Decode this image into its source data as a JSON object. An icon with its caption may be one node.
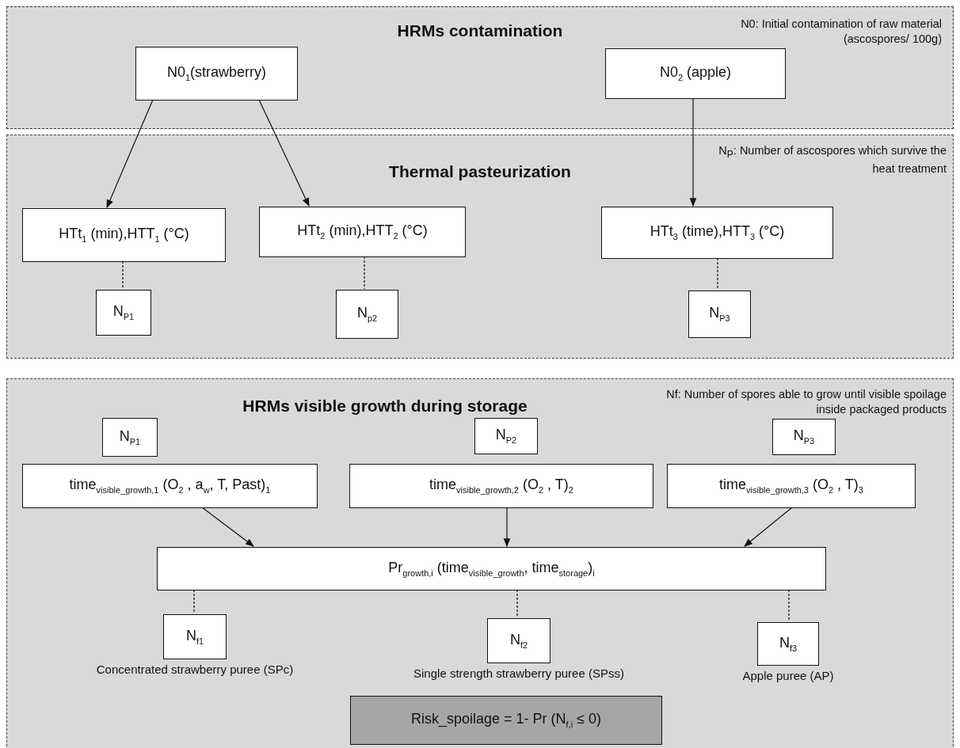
{
  "diagram": {
    "nodes": [
      {
        "text": [
          "HRMs contamination",
          "N0: Initial contamination of raw material (ascospores/ 100g)"
        ]
      },
      {
        "text": [
          "N0$_{1}$(strawberry)"
        ],
        "in": 0
      },
      {
        "text": [
          "N0$_{2}$ (apple)"
        ],
        "in": 0
      },
      {
        "text": [
          "Thermal pasteurization",
          "N$_{P}$: Number of ascospores which survive the heat treatment"
        ]
      },
      {
        "text": [
          "HTt$_{1}$ (min),HTT$_{1}$ (°C)"
        ],
        "in": 3
      },
      {
        "text": [
          "HTt$_{2}$ (min),HTT$_{2}$ (°C)"
        ],
        "in": 3
      },
      {
        "text": [
          "HTt$_{3}$ (time),HTT$_{3}$ (°C)"
        ],
        "in": 3
      },
      {
        "text": [
          "N$_{P1}$"
        ],
        "in": 3
      },
      {
        "text": [
          "N$_{p2}$"
        ],
        "in": 3
      },
      {
        "text": [
          "N$_{P3}$"
        ],
        "in": 3
      },
      {
        "text": [
          "HRMs visible growth during storage",
          "Nf: Number of spores able to grow until visible spoilage inside packaged products"
        ]
      },
      {
        "text": [
          "N$_{P1}$"
        ],
        "in": 10
      },
      {
        "text": [
          "N$_{P2}$"
        ],
        "in": 10
      },
      {
        "text": [
          "N$_{P3}$"
        ],
        "in": 10
      },
      {
        "text": [
          "time$_{visible_growth,1}$ (O$_{2}$ , a$_{w}$, T, Past)$_{1}$"
        ],
        "in": 10
      },
      {
        "text": [
          "time$_{visible_growth,2}$ (O$_{2}$ , T)$_{2}$"
        ],
        "in": 10
      },
      {
        "text": [
          "time$_{visible_growth,3}$ (O$_{2}$ , T)$_{3}$"
        ],
        "in": 10
      },
      {
        "text": [
          "Pr$_{growth,i}$ (time$_{visible_growth}$, time$_{storage}$)$_{i}$"
        ],
        "in": 10
      },
      {
        "text": [
          "N$_{f1}$"
        ],
        "beside": [
          "Concentrated strawberry puree (SPc)"
        ],
        "in": 10
      },
      {
        "text": [
          "N$_{f2}$"
        ],
        "beside": [
          "Single strength strawberry puree (SPss)"
        ],
        "in": 10
      },
      {
        "text": [
          "N$_{f3}$"
        ],
        "beside": [
          "Apple puree (AP)"
        ],
        "in": 10
      },
      {
        "text": [
          "Risk_spoilage = 1- Pr (N$_{f,i}$ ≤ 0)"
        ],
        "in": 10
      }
    ],
    "edges": [
      {
        "from": 1,
        "to": 4,
        "arrow": "to"
      },
      {
        "from": 1,
        "to": 5,
        "arrow": "to"
      },
      {
        "from": 2,
        "to": 6,
        "arrow": "to"
      },
      {
        "from": 4,
        "to": 7,
        "arrow": "none",
        "style": "dashed"
      },
      {
        "from": 5,
        "to": 8,
        "arrow": "none",
        "style": "dashed"
      },
      {
        "from": 6,
        "to": 9,
        "arrow": "none",
        "style": "dashed"
      },
      {
        "from": 14,
        "to": 17,
        "arrow": "to"
      },
      {
        "from": 15,
        "to": 17,
        "arrow": "to"
      },
      {
        "from": 16,
        "to": 17,
        "arrow": "to"
      },
      {
        "from": 17,
        "to": 18,
        "arrow": "none",
        "style": "dashed"
      },
      {
        "from": 17,
        "to": 19,
        "arrow": "none",
        "style": "dashed"
      },
      {
        "from": 17,
        "to": 20,
        "arrow": "none",
        "style": "dashed"
      }
    ]
  }
}
